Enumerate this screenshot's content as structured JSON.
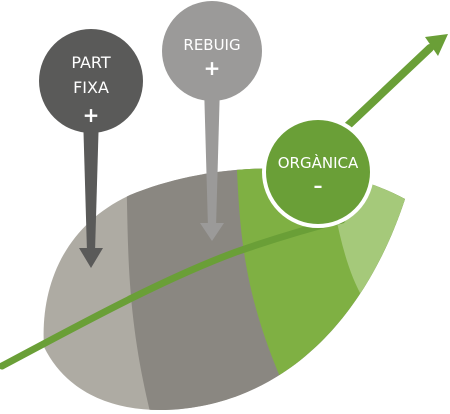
{
  "diagram": {
    "part_fixa": {
      "line1": "PART",
      "line2": "FIXA",
      "sign": "+"
    },
    "rebuig": {
      "label": "REBUIG",
      "sign": "+"
    },
    "organica": {
      "label": "ORGÀNICA",
      "sign": "–"
    }
  },
  "colors": {
    "dark_gray": "#5a5a59",
    "mid_gray": "#9b9a99",
    "leaf_light_gray": "#aeaba3",
    "leaf_mid_gray": "#8a8781",
    "leaf_green": "#7fb043",
    "leaf_pale_green": "#a5c97a",
    "arrow_green": "#6a9f37"
  }
}
